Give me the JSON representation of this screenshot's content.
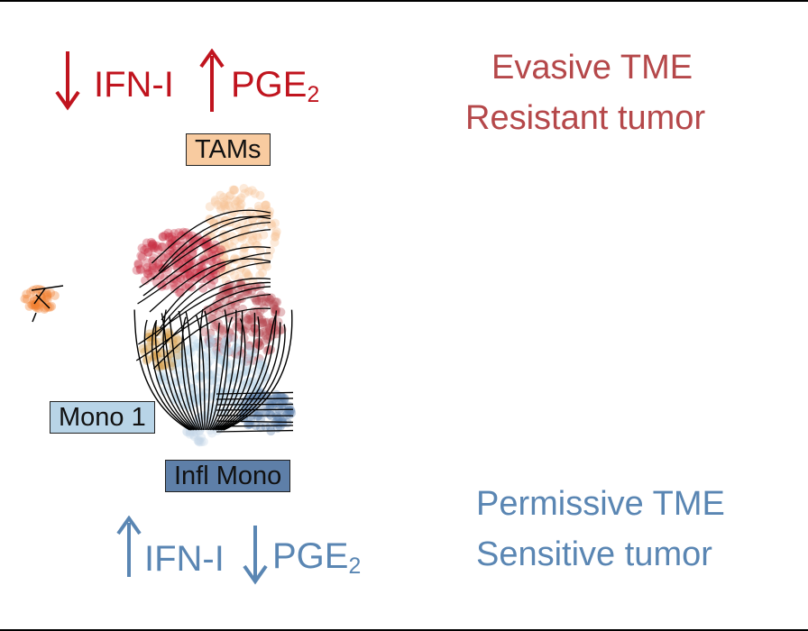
{
  "top_signal": {
    "item1": "IFN-I",
    "item2": "PGE",
    "item2_sub": "2",
    "item1_dir": "down",
    "item2_dir": "up"
  },
  "bottom_signal": {
    "item1": "IFN-I",
    "item2": "PGE",
    "item2_sub": "2",
    "item1_dir": "up",
    "item2_dir": "down"
  },
  "top_outcome": {
    "line1": "Evasive TME",
    "line2": "Resistant tumor"
  },
  "bottom_outcome": {
    "line1": "Permissive TME",
    "line2": "Sensitive tumor"
  },
  "labels": {
    "tams": "TAMs",
    "mono1": "Mono 1",
    "infl_mono": "Infl Mono"
  },
  "colors": {
    "red": "#c0141e",
    "red_text": "#b5484a",
    "blue": "#5a86b3",
    "tams": "#f8cba0",
    "mono1": "#b8d4e7",
    "infl_mono": "#5e7fa8"
  }
}
